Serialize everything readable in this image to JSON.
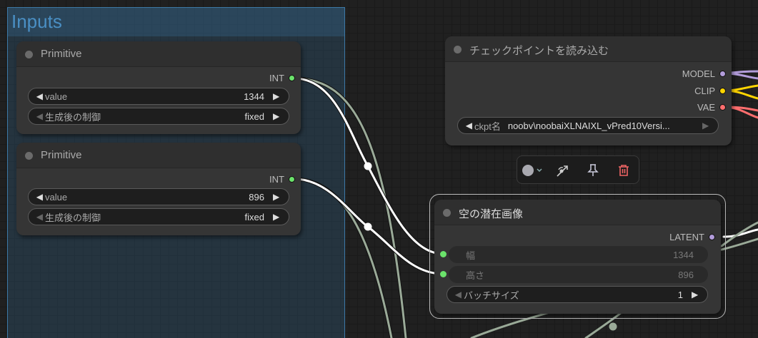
{
  "canvas": {
    "background": "#202020",
    "wire_colors": {
      "int": "#9aaa98",
      "int_selected": "#ffffff",
      "model": "#b39ddb",
      "clip": "#ffd500",
      "vae": "#ff6e6e",
      "latent_selected": "#ffffff"
    }
  },
  "group": {
    "title": "Inputs",
    "color": "#3c78a6"
  },
  "nodes": {
    "primitive_1": {
      "title": "Primitive",
      "output": {
        "label": "INT",
        "color": "#6be36b"
      },
      "widgets": [
        {
          "label": "value",
          "value": "1344"
        },
        {
          "label": "生成後の制御",
          "value": "fixed"
        }
      ]
    },
    "primitive_2": {
      "title": "Primitive",
      "output": {
        "label": "INT",
        "color": "#6be36b"
      },
      "widgets": [
        {
          "label": "value",
          "value": "896"
        },
        {
          "label": "生成後の制御",
          "value": "fixed"
        }
      ]
    },
    "checkpoint_loader": {
      "title": "チェックポイントを読み込む",
      "outputs": [
        {
          "label": "MODEL",
          "color": "#b39ddb"
        },
        {
          "label": "CLIP",
          "color": "#ffd500"
        },
        {
          "label": "VAE",
          "color": "#ff6e6e"
        }
      ],
      "widget": {
        "label": "ckpt名",
        "value": "noobv\\noobaiXLNAIXL_vPred10Versi..."
      }
    },
    "empty_latent": {
      "title": "空の潜在画像",
      "output": {
        "label": "LATENT",
        "color": "#b39ddb"
      },
      "inputs": [
        {
          "label": "幅",
          "value": "1344"
        },
        {
          "label": "高さ",
          "value": "896"
        }
      ],
      "widget": {
        "label": "バッチサイズ",
        "value": "1"
      }
    }
  },
  "selection_toolbar": {
    "color_icon": "color-circle-icon",
    "buttons": [
      "color-picker",
      "bypass",
      "pin",
      "delete"
    ]
  },
  "glyphs": {
    "left": "◀",
    "right": "▶",
    "chevron": "⌄"
  }
}
